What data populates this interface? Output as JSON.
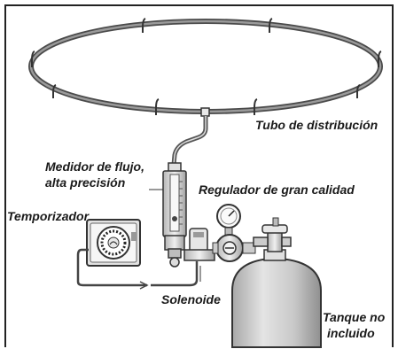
{
  "labels": {
    "distribution_tube": "Tubo de distribución",
    "flow_meter_line1": "Medidor de flujo,",
    "flow_meter_line2": "alta precisión",
    "regulator": "Regulador de gran calidad",
    "timer": "Temporizador",
    "solenoid": "Solenoide",
    "tank_line1": "Tanque no",
    "tank_line2": "incluido"
  },
  "colors": {
    "frame": "#222222",
    "tube": "#555555",
    "tank_fill": "#cfcfcf",
    "metal": "#d9d9d9"
  }
}
